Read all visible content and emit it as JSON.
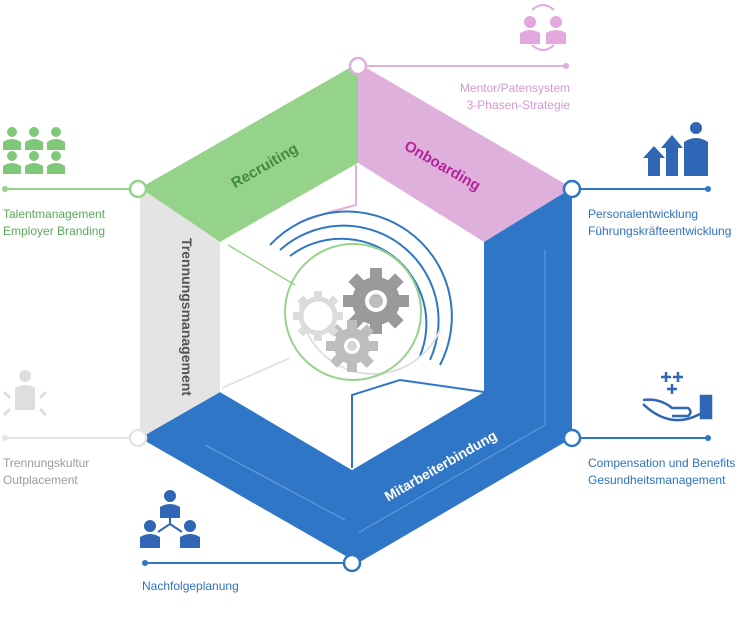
{
  "segments": {
    "recruiting": "Recruiting",
    "onboarding": "Onboarding",
    "retention": "Mitarbeiterbindung",
    "separation": "Trennungsmanagement"
  },
  "labels": {
    "topRight": [
      "Mentor/Patensystem",
      "3-Phasen-Strategie"
    ],
    "left": [
      "Talentmanagement",
      "Employer Branding"
    ],
    "right": [
      "Personalentwicklung",
      "Führungskräfteentwicklung"
    ],
    "bottomLeft": [
      "Trennungskultur",
      "Outplacement"
    ],
    "bottomRight": [
      "Compensation und Benefits",
      "Gesundheitsmanagement"
    ],
    "bottom": [
      "Nachfolgeplanung"
    ]
  },
  "colors": {
    "green": "#96d38a",
    "greenText": "#5aaa5a",
    "pink": "#dfb0db",
    "pinkText": "#b5239c",
    "blue": "#2f77c6",
    "grey": "#e4e4e4",
    "greyText": "#9b9b9b",
    "gearDark": "#9a9a9a",
    "gearLight": "#cfcfcf"
  },
  "icons": [
    "people-group-icon",
    "mentor-exchange-icon",
    "growth-arrows-icon",
    "hand-plus-icon",
    "org-chart-icon",
    "outplacement-icon",
    "gears-icon"
  ]
}
